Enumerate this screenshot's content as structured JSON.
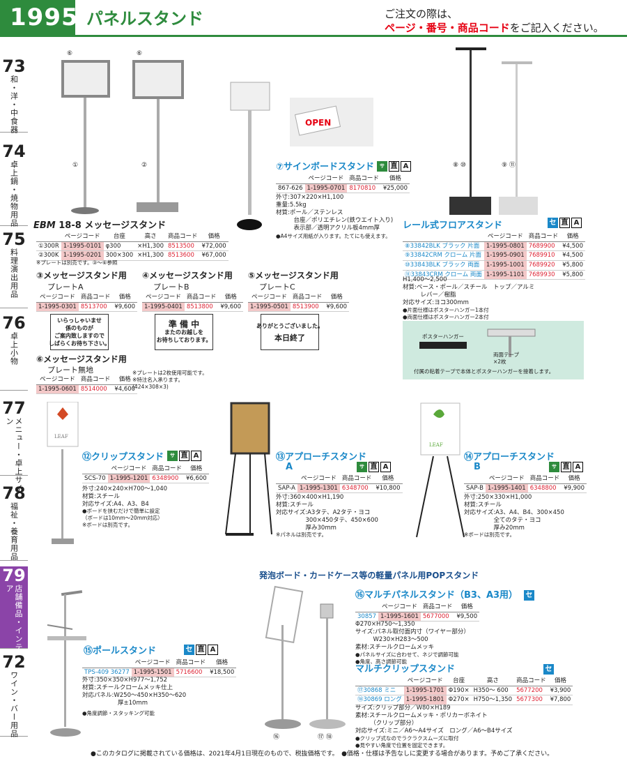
{
  "header": {
    "page_number": "1995",
    "title": "パネルスタンド",
    "note_line1": "ご注文の際は、",
    "note_red": "ページ・番号・商品コード",
    "note_tail": "をご記入ください。"
  },
  "side_index": [
    {
      "num": "73",
      "label": "和・洋・中食器"
    },
    {
      "num": "74",
      "label": "卓上鍋・焼物用品"
    },
    {
      "num": "75",
      "label": "料理演出用品"
    },
    {
      "num": "76",
      "label": "卓上小物"
    },
    {
      "num": "77",
      "label": "メニュー・卓上サイン"
    },
    {
      "num": "78",
      "label": "福祉・養育用品"
    },
    {
      "num": "79",
      "label": "店舗備品・インテリア"
    },
    {
      "num": "72",
      "label": "ワイン・バー用品"
    }
  ],
  "callouts": {
    "c1": "⑥",
    "c2": "⑥",
    "c3": "①",
    "c4": "②",
    "c5": "⑧ ⑩",
    "c6": "⑨ ⑪",
    "c7": "⑯",
    "c8": "⑰ ⑱"
  },
  "ebm": {
    "brand": "EBM",
    "title": "18-8 メッセージスタンド",
    "headers": [
      "",
      "ページコード",
      "台座",
      "高さ",
      "商品コード",
      "価格"
    ],
    "rows": [
      [
        "①300R",
        "1-1995-0101",
        "φ300",
        "×H1,300",
        "8513500",
        "¥72,000"
      ],
      [
        "②300K",
        "1-1995-0201",
        "300×300",
        "×H1,300",
        "8513600",
        "¥67,000"
      ]
    ],
    "note": "※プレートは別売です。③～⑥参照"
  },
  "plate_a": {
    "title": "③メッセージスタンド用",
    "sub": "プレートA",
    "headers": [
      "ページコード",
      "商品コード",
      "価格"
    ],
    "row": [
      "1-1995-0301",
      "8513700",
      "¥9,600"
    ],
    "plate_text": "いらっしゃいませ\n係のものが\nご案内致しますので\nしばらくお待ち下さい。"
  },
  "plate_b": {
    "title": "④メッセージスタンド用",
    "sub": "プレートB",
    "headers": [
      "ページコード",
      "商品コード",
      "価格"
    ],
    "row": [
      "1-1995-0401",
      "8513800",
      "¥9,600"
    ],
    "plate_big": "準 備 中",
    "plate_text": "またのお越しを\nお待ちしております。"
  },
  "plate_c": {
    "title": "⑤メッセージスタンド用",
    "sub": "プレートC",
    "headers": [
      "ページコード",
      "商品コード",
      "価格"
    ],
    "row": [
      "1-1995-0501",
      "8513900",
      "¥9,600"
    ],
    "plate_text": "ありがとうございました。",
    "plate_big": "本日終了"
  },
  "plate_blank": {
    "title": "⑥メッセージスタンド用",
    "sub": "プレート無地",
    "headers": [
      "ページコード",
      "商品コード",
      "価格"
    ],
    "row": [
      "1-1995-0601",
      "8514000",
      "¥4,600"
    ],
    "note": "※プレートは2枚使用可能です。\n※特注名入承ります。\n(424×308×3)"
  },
  "sign_board": {
    "title": "⑦サインボードスタンド",
    "badge": "サム",
    "headers": [
      "",
      "ページコード",
      "商品コード",
      "価格"
    ],
    "row": [
      "867-626",
      "1-1995-0701",
      "8170810",
      "¥25,000"
    ],
    "spec": "外寸:307×220×H1,100\n重量:5.5kg\n材質:ポール／ステンレス\n　　　台座／ポリエチレン(鉄ウエイト入り)\n　　　表示部／透明アクリル板4mm厚",
    "note": "●A4サイズ用紙が入ります。たてにも使えます。",
    "open_sign": "OPEN"
  },
  "rail_stand": {
    "title": "レール式フロアスタンド",
    "headers": [
      "",
      "ページコード",
      "商品コード",
      "価格"
    ],
    "rows": [
      [
        "⑧33842BLK ブラック 片面",
        "1-1995-0801",
        "7689900",
        "¥4,500"
      ],
      [
        "⑨33842CRM クローム 片面",
        "1-1995-0901",
        "7689910",
        "¥4,500"
      ],
      [
        "⑩33843BLK ブラック 両面",
        "1-1995-1001",
        "7689920",
        "¥5,800"
      ],
      [
        "⑪33843CRM クローム 両面",
        "1-1995-1101",
        "7689930",
        "¥5,800"
      ]
    ],
    "spec": "H1,400～2,500\n材質:ベース・ポール／スチール　トップ／アルミ\n　　　レバー／樹脂\n対応サイズ:ヨコ300mm",
    "note": "●片面仕様はポスターハンガー1本付\n●両面仕様はポスターハンガー2本付",
    "poster_label": "ポスターハンガー",
    "tape_label": "両面テープ\n×2枚",
    "poster_caption": "付属の粘着テープで本体とポスターハンガーを接着します。"
  },
  "clip_stand": {
    "title": "⑫クリップスタンド",
    "headers": [
      "",
      "ページコード",
      "商品コード",
      "価格"
    ],
    "row": [
      "SCS-70",
      "1-1995-1201",
      "6348900",
      "¥6,600"
    ],
    "spec": "外寸:240×240×H700～1,040\n材質:スチール\n対応サイズ:A4、A3、B4",
    "note": "●ボードを挟むだけで簡単に設定\n（ボードは10mm～20mm対応）\n※ボードは別売です。",
    "leaf": "LEAF"
  },
  "approach_a": {
    "title": "⑬アプローチスタンド",
    "title2": "A",
    "headers": [
      "",
      "ページコード",
      "商品コード",
      "価格"
    ],
    "row": [
      "SAP-A",
      "1-1995-1301",
      "6348700",
      "¥10,800"
    ],
    "spec": "外寸:360×400×H1,190\n材質:スチール\n対応サイズ:A3タテ、A2タテ・ヨコ\n　　　　　300×450タテ、450×600\n　　　　　厚み30mm",
    "note": "※パネルは別売です。"
  },
  "approach_b": {
    "title": "⑭アプローチスタンド",
    "title2": "B",
    "headers": [
      "",
      "ページコード",
      "商品コード",
      "価格"
    ],
    "row": [
      "SAP-B",
      "1-1995-1401",
      "6348800",
      "¥9,900"
    ],
    "spec": "外寸:250×330×H1,000\n材質:スチール\n対応サイズ:A3、A4、B4、300×450\n　　　　　全てのタテ・ヨコ\n　　　　　厚み20mm",
    "note": "※ボードは別売です。",
    "leaf": "LEAF"
  },
  "section_pop": "発泡ボード・カードケース等の軽量パネル用POPスタンド",
  "pole_stand": {
    "title": "⑮ポールスタンド",
    "headers": [
      "",
      "ページコード",
      "商品コード",
      "価格"
    ],
    "row": [
      "TPS-409 36277",
      "1-1995-1501",
      "5716600",
      "¥18,500"
    ],
    "spec": "外寸:350×350×H977～1,752\n材質:スチールクロームメッキ仕上\n対応パネル:W250～450×H350～620\n　　　　　　厚±10mm",
    "note": "●角度調節・スタッキング可能"
  },
  "multi_panel": {
    "title": "⑯マルチパネルスタンド（B3、A3用）",
    "headers": [
      "",
      "ページコード",
      "商品コード",
      "価格"
    ],
    "row": [
      "30857",
      "1-1995-1601",
      "5677000",
      "¥9,500"
    ],
    "spec": "Φ270×H750～1,350\nサイズ:パネル取付面内寸（ワイヤー部分）\n　　　W230×H283～500\n素材:スチールクロームメッキ",
    "note": "●パネルサイズに合わせて、ネジで調節可能\n●角度、高さ調節可能"
  },
  "multi_clip": {
    "title": "マルチクリップスタンド",
    "headers": [
      "",
      "ページコード",
      "台座",
      "高さ",
      "商品コード",
      "価格"
    ],
    "rows": [
      [
        "⑰30868 ミニ",
        "1-1995-1701",
        "Φ190×",
        "H350～ 600",
        "5677200",
        "¥3,900"
      ],
      [
        "⑱30869 ロング",
        "1-1995-1801",
        "Φ270×",
        "H750～1,350",
        "5677300",
        "¥7,800"
      ]
    ],
    "spec": "サイズ:クリップ部分／W80×H189\n素材:スチールクロームメッキ・ポリカーボネイト\n　　　（クリップ部分）\n対応サイズ:ミニ／A6～A4サイズ　ロング／A6～B4サイズ",
    "note": "●クリップ式なのでラクラクスムーズに取付\n●見やすい角度で位置を固定できます。"
  },
  "footer": "●このカタログに掲載されている価格は、2021年4月1日現在のもので、税抜価格です。　●価格・仕様は予告なしに変更する場合があります。予めご了承ください。",
  "icon_labels": {
    "nao": "直",
    "a": "A",
    "sei": "セ"
  },
  "colors": {
    "green": "#2e8b3d",
    "blue": "#1a88c8",
    "red": "#e60012",
    "purple": "#8b44a8",
    "price_bg": "#f3c8c8"
  }
}
